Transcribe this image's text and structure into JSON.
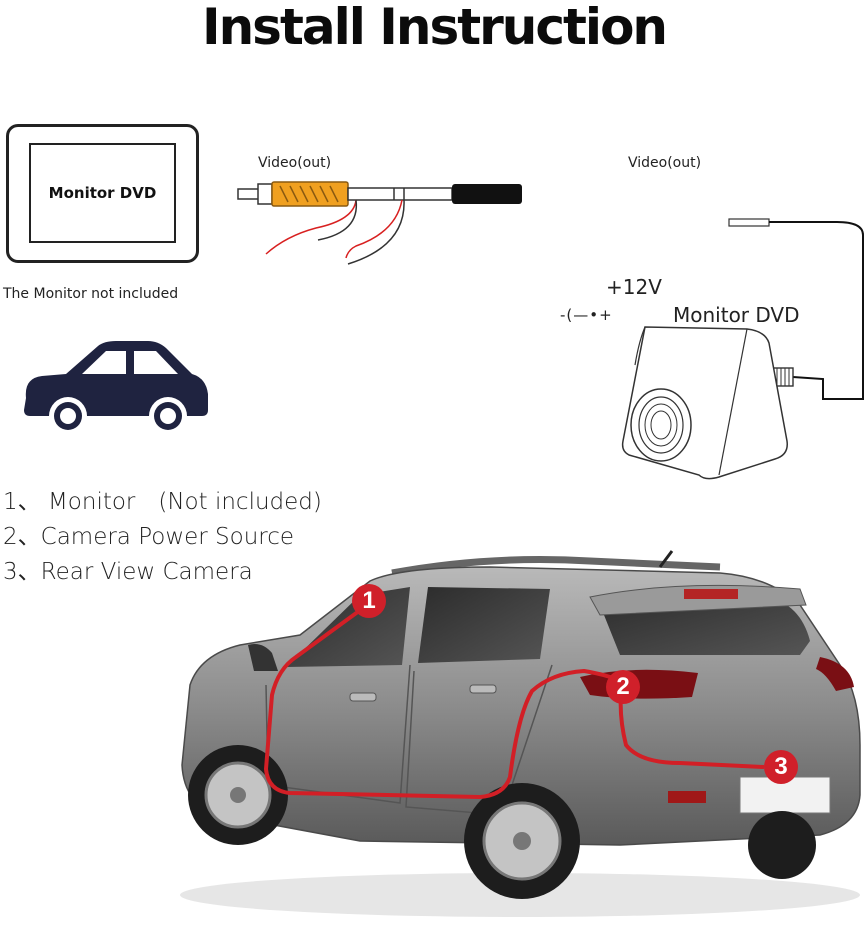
{
  "title": "Install Instruction",
  "monitor": {
    "screen_label": "Monitor DVD",
    "caption": "The  Monitor not included"
  },
  "cable": {
    "video_out_left": "Video(out)",
    "video_out_right": "Video(out)",
    "power_label": "+12V",
    "power_symbol": "-(—•+",
    "camera_monitor_label": "Monitor DVD"
  },
  "legend": [
    {
      "text": "1、 Monitor　(Not included)"
    },
    {
      "text": "2、Camera Power Source"
    },
    {
      "text": "3、Rear View Camera"
    }
  ],
  "markers": [
    {
      "label": "1"
    },
    {
      "label": "2"
    },
    {
      "label": "3"
    }
  ],
  "colors": {
    "marker_red": "#d0202a",
    "route_red": "#d21f26",
    "car_icon": "#1f2340",
    "rca_yellow": "#f0a020",
    "car_body": "#8c8c8c"
  }
}
